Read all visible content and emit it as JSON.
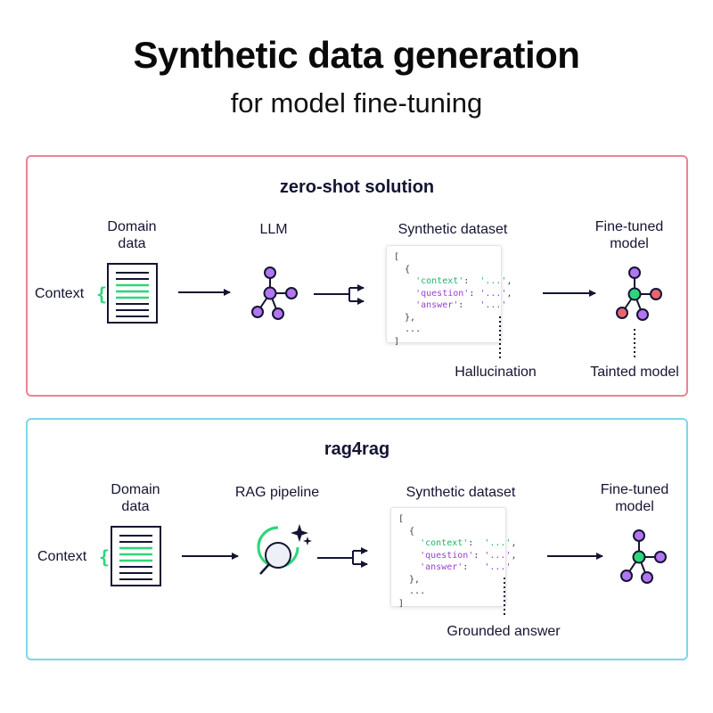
{
  "title": "Synthetic data generation",
  "subtitle": "for model fine-tuning",
  "panels": {
    "zero_shot": {
      "title": "zero-shot solution",
      "domain_label": "Domain\ndata",
      "context_label": "Context",
      "llm_label": "LLM",
      "dataset_label": "Synthetic dataset",
      "model_label": "Fine-tuned\nmodel",
      "hallucination_label": "Hallucination",
      "tainted_label": "Tainted model",
      "code": {
        "open": "[",
        "obj_open": "  {",
        "k1": "'context'",
        "v1": "'...'",
        "k2": "'question'",
        "v2": "'...'",
        "k3": "'answer'",
        "v3": "'...'",
        "obj_close": "  },",
        "ellipsis": "  ...",
        "close": "]"
      }
    },
    "rag4rag": {
      "title": "rag4rag",
      "domain_label": "Domain\ndata",
      "context_label": "Context",
      "pipeline_label": "RAG pipeline",
      "dataset_label": "Synthetic dataset",
      "model_label": "Fine-tuned\nmodel",
      "grounded_label": "Grounded answer",
      "code": {
        "open": "[",
        "obj_open": "  {",
        "k1": "'context'",
        "v1": "'...'",
        "k2": "'question'",
        "v2": "'...'",
        "k3": "'answer'",
        "v3": "'...'",
        "obj_close": "  },",
        "ellipsis": "  ...",
        "close": "]"
      }
    }
  },
  "colors": {
    "navy": "#141433",
    "green": "#2ed67a",
    "purple": "#b276f0",
    "red": "#ea6470",
    "panel_zero_border": "#e98594",
    "panel_rag_border": "#7fd6ea"
  },
  "icons": {
    "document": "document-icon",
    "brace": "curly-brace-icon",
    "network": "network-graph-icon",
    "magnifier": "magnifier-sparkle-icon",
    "split_arrow": "split-arrow-icon"
  }
}
